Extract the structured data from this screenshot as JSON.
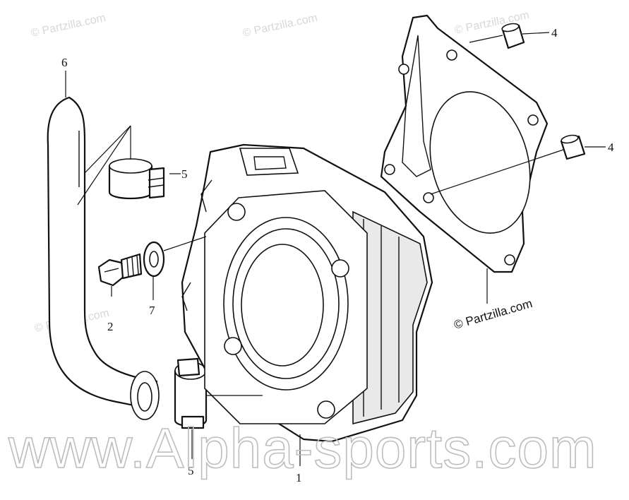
{
  "callouts": {
    "c1": "1",
    "c2": "2",
    "c4a": "4",
    "c4b": "4",
    "c5a": "5",
    "c5b": "5",
    "c6": "6",
    "c7": "7"
  },
  "watermarks": {
    "small": "© Partzilla.com",
    "credit": "© Partzilla.com",
    "big": "www.Alpha-sports.com"
  },
  "colors": {
    "line": "#111111",
    "watermark": "#bdbdbd"
  }
}
